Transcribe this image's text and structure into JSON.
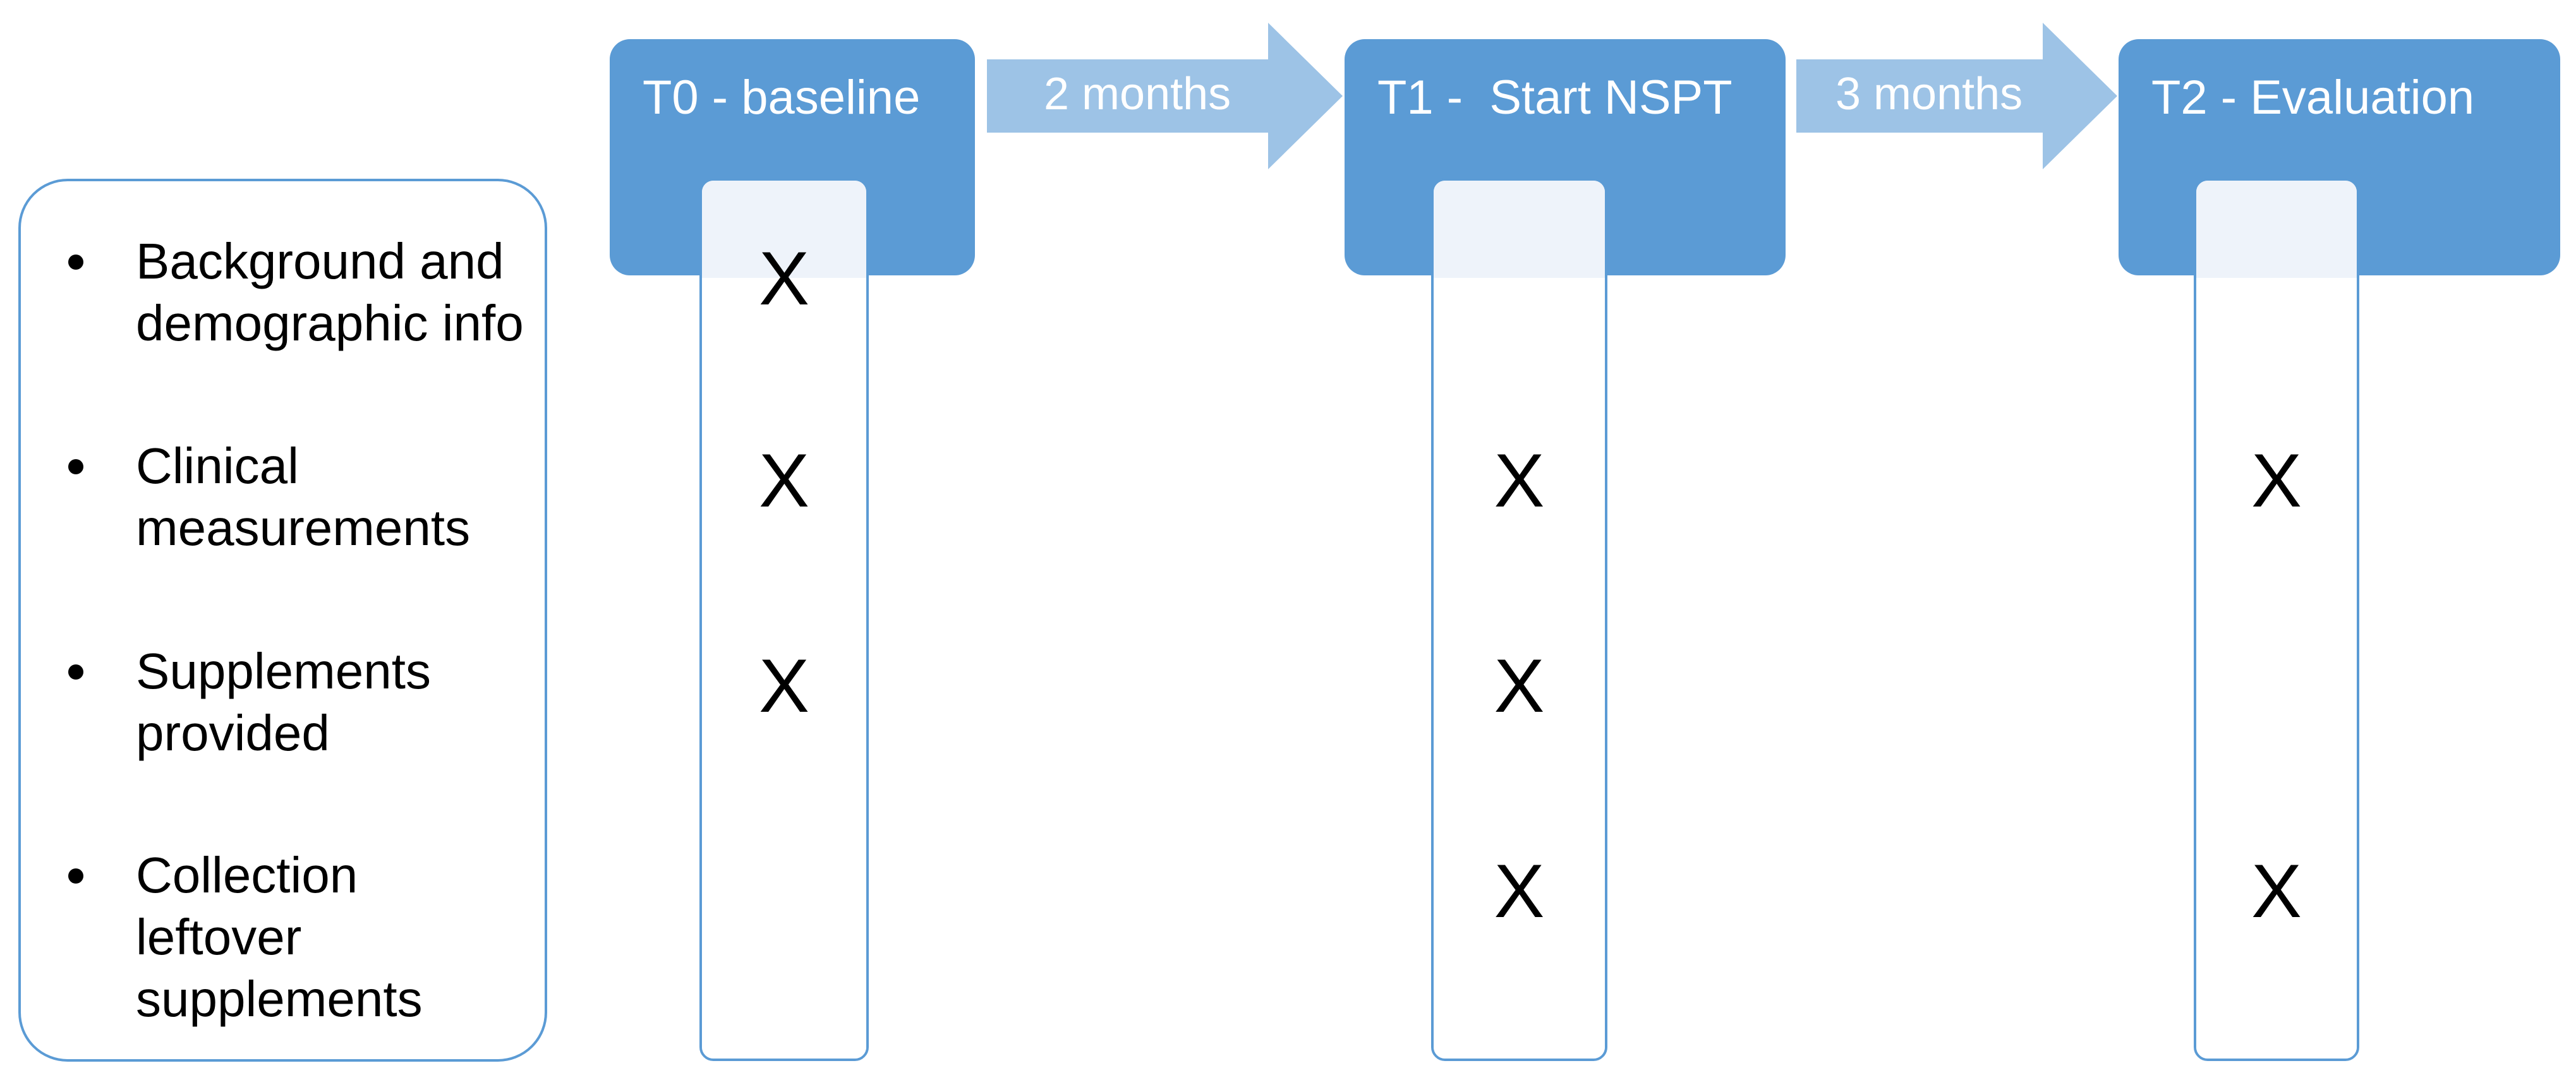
{
  "activities": [
    {
      "label": "Background and\ndemographic info"
    },
    {
      "label": "Clinical\nmeasurements"
    },
    {
      "label": "Supplements\nprovided"
    },
    {
      "label": "Collection\nleftover\nsupplements"
    }
  ],
  "timepoints": [
    {
      "title": "T0 - baseline",
      "marks": [
        "X",
        "X",
        "X",
        ""
      ]
    },
    {
      "title": "T1 -  Start NSPT",
      "marks": [
        "",
        "X",
        "X",
        "X"
      ]
    },
    {
      "title": "T2 - Evaluation",
      "marks": [
        "",
        "X",
        "",
        "X"
      ]
    }
  ],
  "intervals": [
    {
      "label": "2 months"
    },
    {
      "label": "3 months"
    }
  ],
  "colors": {
    "header_fill": "#5b9bd5",
    "arrow_fill": "#9dc3e6",
    "outline": "#5b9bd5",
    "text_on_header": "#ffffff",
    "text": "#000000"
  }
}
